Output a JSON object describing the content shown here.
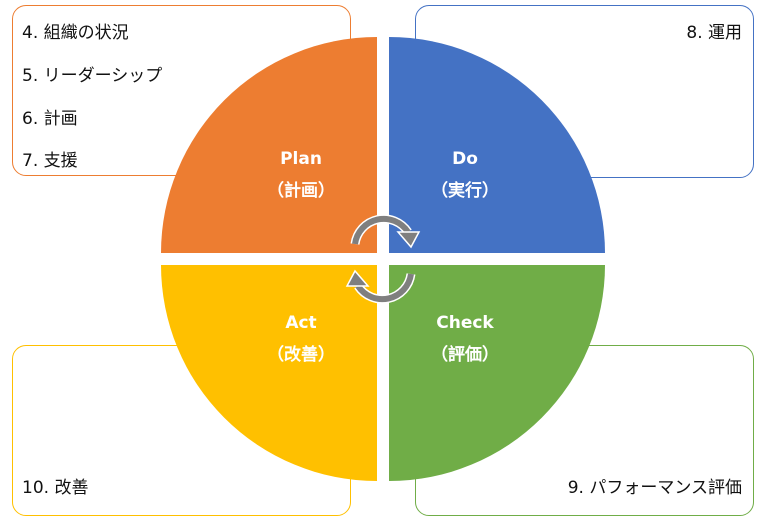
{
  "colors": {
    "plan": "#ED7D31",
    "do": "#4472C4",
    "check": "#70AD47",
    "act": "#FFC000",
    "arrow": "#7F7F7F"
  },
  "boxes": {
    "plan_items": [
      "4. 組織の状況",
      "5. リーダーシップ",
      "6. 計画",
      "7. 支援"
    ],
    "do_items": [
      "8. 運用"
    ],
    "check_items": [
      "9. パフォーマンス評価"
    ],
    "act_items": [
      "10. 改善"
    ]
  },
  "quadrants": {
    "plan": {
      "title": "Plan",
      "subtitle": "（計画）"
    },
    "do": {
      "title": "Do",
      "subtitle": "（実行）"
    },
    "check": {
      "title": "Check",
      "subtitle": "（評価）"
    },
    "act": {
      "title": "Act",
      "subtitle": "（改善）"
    }
  }
}
